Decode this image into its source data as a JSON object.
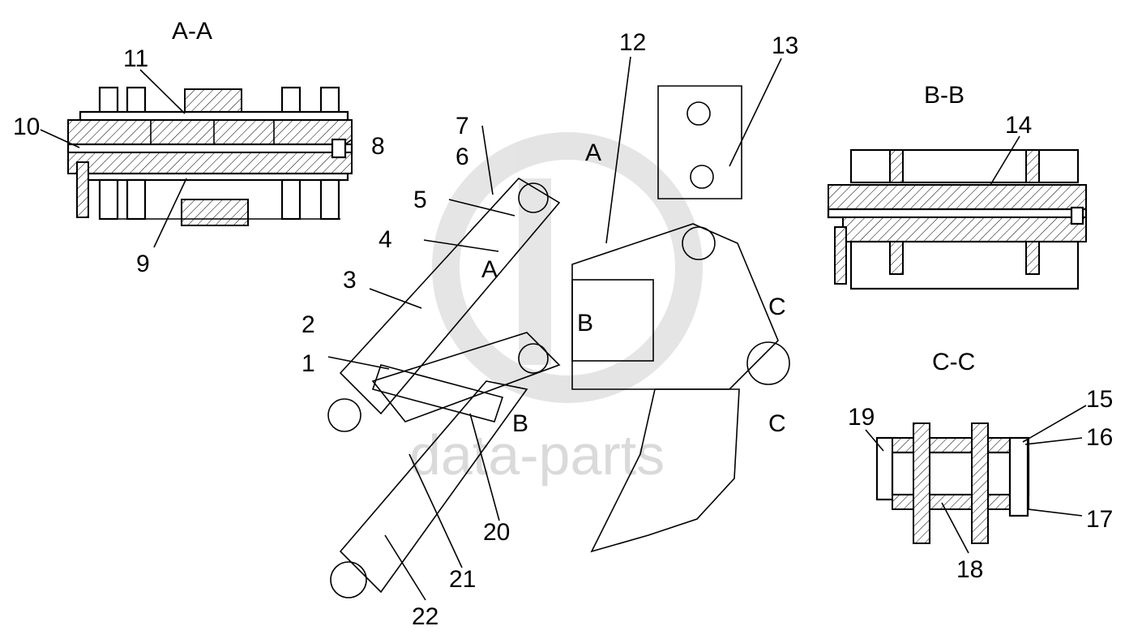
{
  "section_labels": {
    "aa": "A-A",
    "bb": "B-B",
    "cc": "C-C"
  },
  "cut_marks": {
    "a1": "A",
    "a2": "A",
    "b1": "B",
    "b2": "B",
    "c1": "C",
    "c2": "C"
  },
  "callouts": {
    "n1": "1",
    "n2": "2",
    "n3": "3",
    "n4": "4",
    "n5": "5",
    "n6": "6",
    "n7": "7",
    "n8": "8",
    "n9": "9",
    "n10": "10",
    "n11": "11",
    "n12": "12",
    "n13": "13",
    "n14": "14",
    "n15": "15",
    "n16": "16",
    "n17": "17",
    "n18": "18",
    "n19": "19",
    "n20": "20",
    "n21": "21",
    "n22": "22"
  },
  "watermark": {
    "text": "data-parts"
  }
}
